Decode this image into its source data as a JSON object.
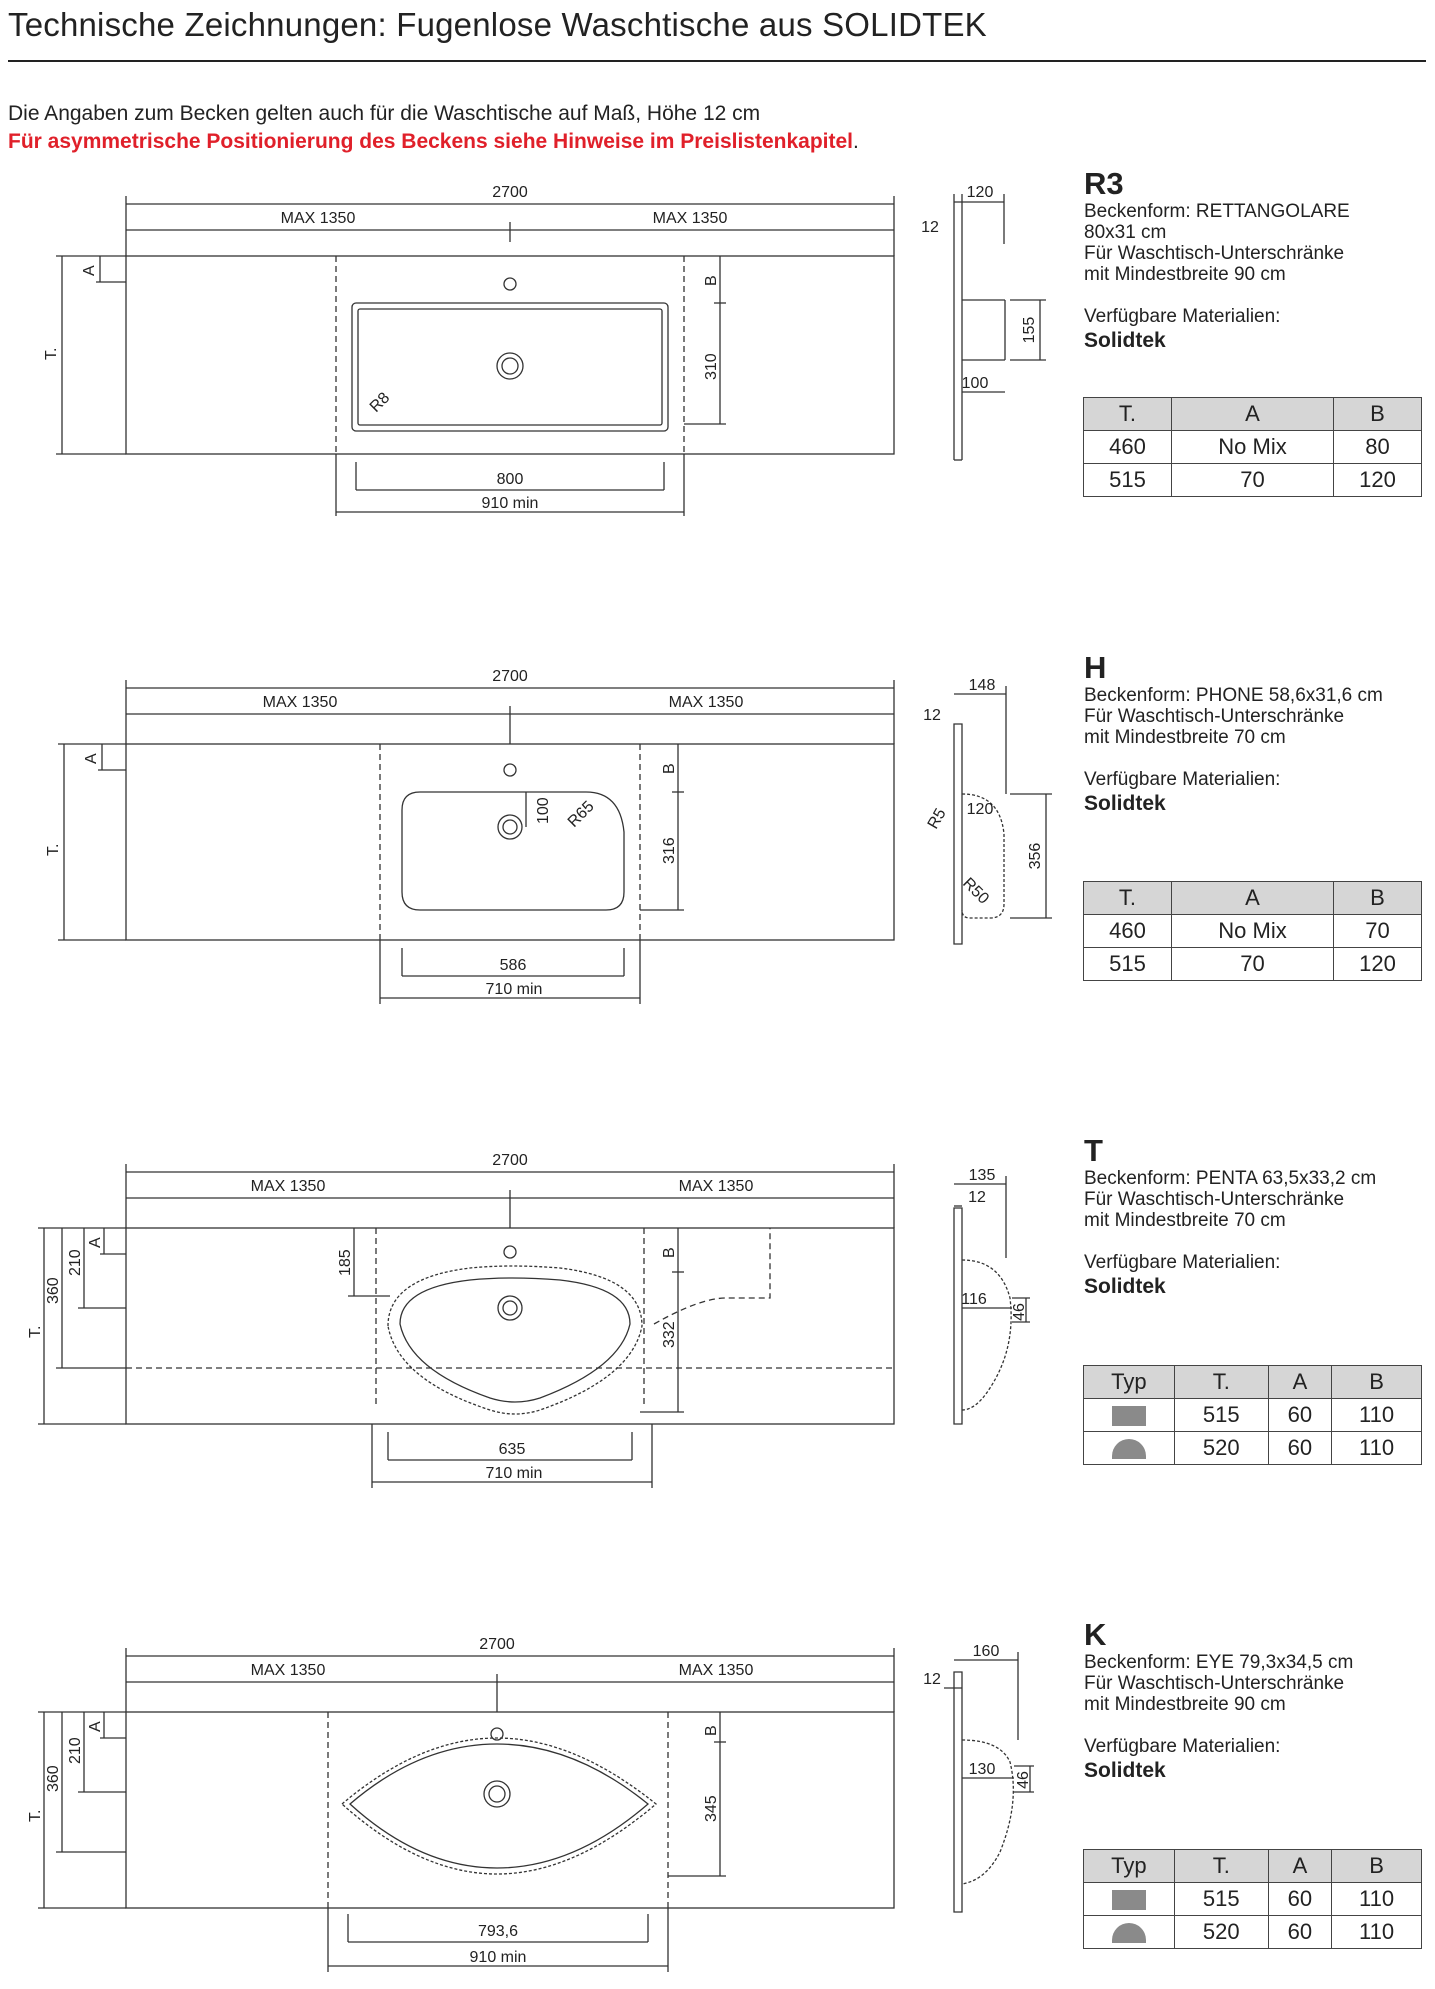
{
  "header": {
    "title": "Technische Zeichnungen: Fugenlose Waschtische aus SOLIDTEK",
    "intro": "Die Angaben zum Becken gelten auch für die Waschtische auf Maß, Höhe 12 cm",
    "warning": "Für asymmetrische Positionierung des Beckens siehe Hinweise im Preislistenkapitel",
    "warning_end": "."
  },
  "common_labels": {
    "total_width": "2700",
    "max_half": "MAX 1350",
    "depth": "T.",
    "a": "A",
    "b": "B",
    "thickness": "12"
  },
  "models": [
    {
      "code": "R3",
      "shape": "Beckenform: RETTANGOLARE",
      "size": "80x31 cm",
      "cabinet": "Für Waschtisch-Unterschränke",
      "min_width": "mit Mindestbreite 90 cm",
      "materials_label": "Verfügbare Materialien:",
      "material": "Solidtek",
      "dims": {
        "basin_width": "800",
        "min_width": "910 min",
        "b_depth": "310",
        "radius": "R8",
        "side_top": "120",
        "side_depth": "155",
        "side_bottom": "100"
      },
      "table": {
        "headers": [
          "T.",
          "A",
          "B"
        ],
        "rows": [
          [
            "460",
            "No Mix",
            "80"
          ],
          [
            "515",
            "70",
            "120"
          ]
        ]
      }
    },
    {
      "code": "H",
      "shape": "Beckenform: PHONE 58,6x31,6 cm",
      "cabinet": "Für Waschtisch-Unterschränke",
      "min_width": "mit Mindestbreite 70 cm",
      "materials_label": "Verfügbare Materialien:",
      "material": "Solidtek",
      "dims": {
        "basin_width": "586",
        "min_width": "710 min",
        "b_depth": "316",
        "tap_dist": "100",
        "radius": "R65",
        "side_top": "148",
        "side_depth": "356",
        "side_inner": "120",
        "r5": "R5",
        "r50": "R50"
      },
      "table": {
        "headers": [
          "T.",
          "A",
          "B"
        ],
        "rows": [
          [
            "460",
            "No Mix",
            "70"
          ],
          [
            "515",
            "70",
            "120"
          ]
        ]
      }
    },
    {
      "code": "T",
      "shape": "Beckenform: PENTA 63,5x33,2 cm",
      "cabinet": "Für Waschtisch-Unterschränke",
      "min_width": "mit Mindestbreite 70 cm",
      "materials_label": "Verfügbare Materialien:",
      "material": "Solidtek",
      "dims": {
        "basin_width": "635",
        "min_width": "710 min",
        "b_depth": "332",
        "d360": "360",
        "d210": "210",
        "d185": "185",
        "side_top": "135",
        "side_inner": "116",
        "side_46": "46"
      },
      "table": {
        "headers": [
          "Typ",
          "T.",
          "A",
          "B"
        ],
        "rows": [
          [
            "rect",
            "515",
            "60",
            "110"
          ],
          [
            "round",
            "520",
            "60",
            "110"
          ]
        ]
      }
    },
    {
      "code": "K",
      "shape": "Beckenform: EYE 79,3x34,5 cm",
      "cabinet": "Für Waschtisch-Unterschränke",
      "min_width": "mit Mindestbreite 90 cm",
      "materials_label": "Verfügbare Materialien:",
      "material": "Solidtek",
      "dims": {
        "basin_width": "793,6",
        "min_width": "910 min",
        "b_depth": "345",
        "d360": "360",
        "d210": "210",
        "side_top": "160",
        "side_inner": "130",
        "side_46": "46"
      },
      "table": {
        "headers": [
          "Typ",
          "T.",
          "A",
          "B"
        ],
        "rows": [
          [
            "rect",
            "515",
            "60",
            "110"
          ],
          [
            "round",
            "520",
            "60",
            "110"
          ]
        ]
      }
    }
  ]
}
